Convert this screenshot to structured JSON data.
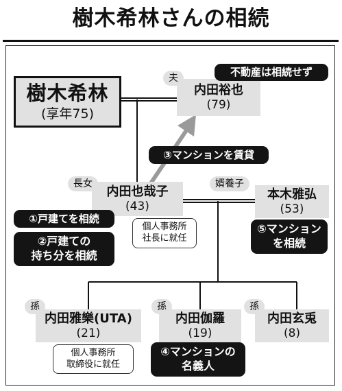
{
  "title": "樹木希林さんの相続",
  "colors": {
    "box_fill": "#e1e1e1",
    "pill_fill": "#141414",
    "arrow": "#9a9a9a",
    "line": "#111111"
  },
  "people": {
    "kiki": {
      "name": "樹木希林",
      "age": "(享年75)"
    },
    "husband": {
      "relation": "夫",
      "name": "内田裕也",
      "age": "(79)"
    },
    "daughter": {
      "relation": "長女",
      "name": "内田也哉子",
      "age": "(43)"
    },
    "son_in_law": {
      "relation": "婿養子",
      "name": "本木雅弘",
      "age": "(53)"
    },
    "grandchild_1": {
      "relation": "孫",
      "name": "内田雅樂(UTA)",
      "age": "(21)"
    },
    "grandchild_2": {
      "relation": "孫",
      "name": "内田伽羅",
      "age": "(19)"
    },
    "grandchild_3": {
      "relation": "孫",
      "name": "内田玄兎",
      "age": "(8)"
    }
  },
  "labels": {
    "no_inherit": "不動産は相続せず",
    "lease": "③マンションを賃貸",
    "house": "①戸建てを相続",
    "share_line1": "②戸建ての",
    "share_line2": "持ち分を相続",
    "condo_line1": "⑤マンション",
    "condo_line2": "を相続",
    "nominee_line1": "④マンションの",
    "nominee_line2": "名義人"
  },
  "notes": {
    "daughter_line1": "個人事務所",
    "daughter_line2": "社長に就任",
    "grandchild_line1": "個人事務所",
    "grandchild_line2": "取締役に就任"
  }
}
